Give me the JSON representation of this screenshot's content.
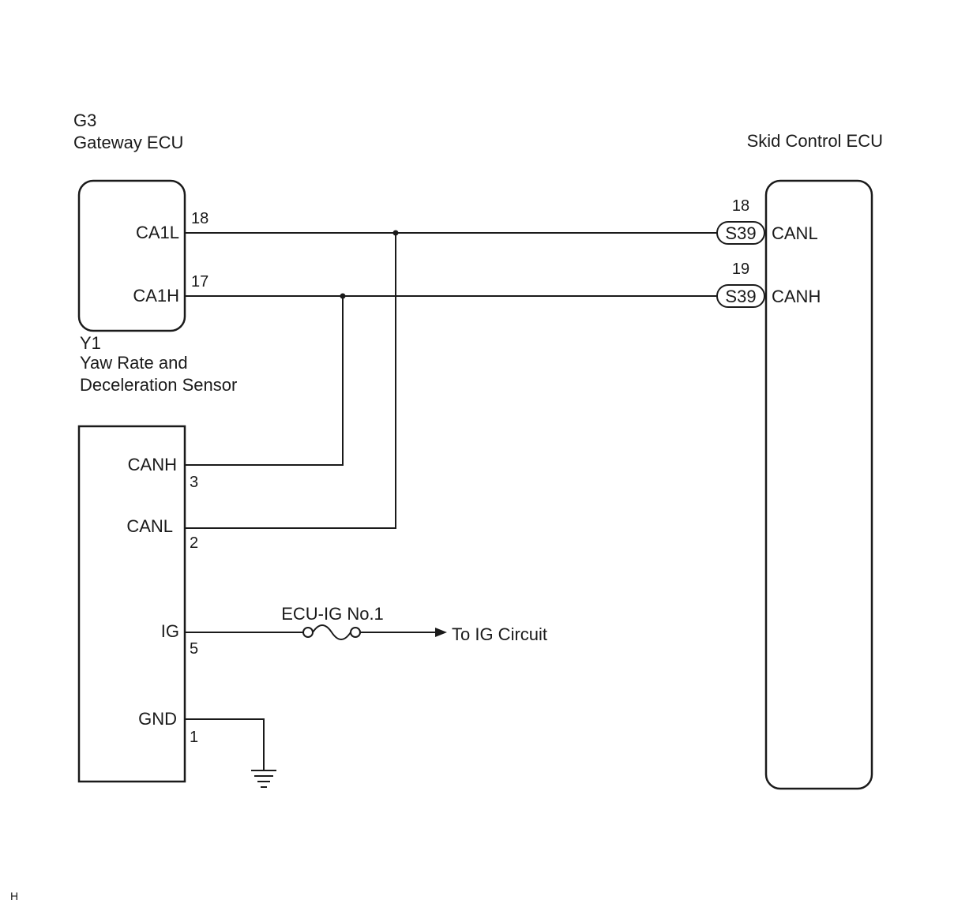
{
  "components": {
    "gateway_ecu": {
      "code": "G3",
      "name": "Gateway ECU",
      "pins": [
        {
          "num": "18",
          "name": "CA1L"
        },
        {
          "num": "17",
          "name": "CA1H"
        }
      ]
    },
    "skid_control_ecu": {
      "name": "Skid Control ECU",
      "pins": [
        {
          "num": "18",
          "connector": "S39",
          "name": "CANL"
        },
        {
          "num": "19",
          "connector": "S39",
          "name": "CANH"
        }
      ]
    },
    "yaw_rate_sensor": {
      "code": "Y1",
      "name_line1": "Yaw Rate and",
      "name_line2": "Deceleration Sensor",
      "pins": [
        {
          "num": "3",
          "name": "CANH"
        },
        {
          "num": "2",
          "name": "CANL"
        },
        {
          "num": "5",
          "name": "IG"
        },
        {
          "num": "1",
          "name": "GND"
        }
      ]
    }
  },
  "fuse": {
    "label": "ECU-IG No.1"
  },
  "ig_destination": {
    "label": "To IG Circuit"
  },
  "corner_mark": "H"
}
